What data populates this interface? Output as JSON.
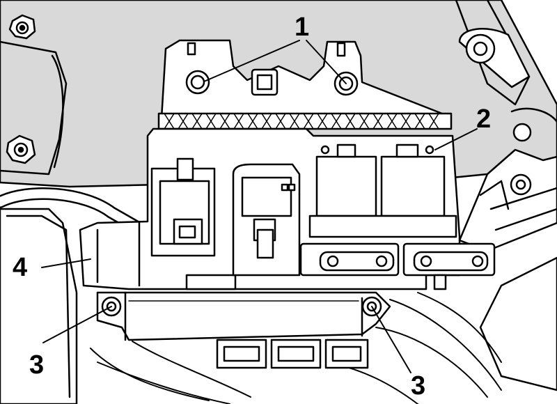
{
  "diagram": {
    "callouts": [
      {
        "id": "c1",
        "label": "1"
      },
      {
        "id": "c2",
        "label": "2"
      },
      {
        "id": "c3a",
        "label": "3"
      },
      {
        "id": "c3b",
        "label": "3"
      },
      {
        "id": "c4",
        "label": "4"
      }
    ]
  },
  "colors": {
    "background_panel": "#d9d9d9",
    "line": "#000000",
    "fill": "#ffffff"
  }
}
